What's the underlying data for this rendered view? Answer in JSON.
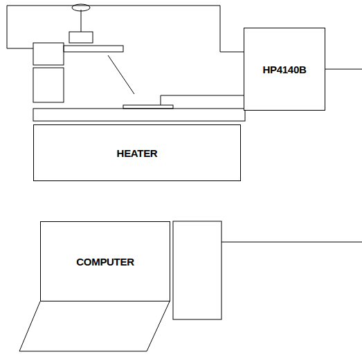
{
  "diagram": {
    "nodes": [
      {
        "text": [
          "HP4140B"
        ]
      },
      {
        "text": [
          "HEATER"
        ]
      },
      {
        "text": [
          "COMPUTER"
        ]
      }
    ]
  }
}
